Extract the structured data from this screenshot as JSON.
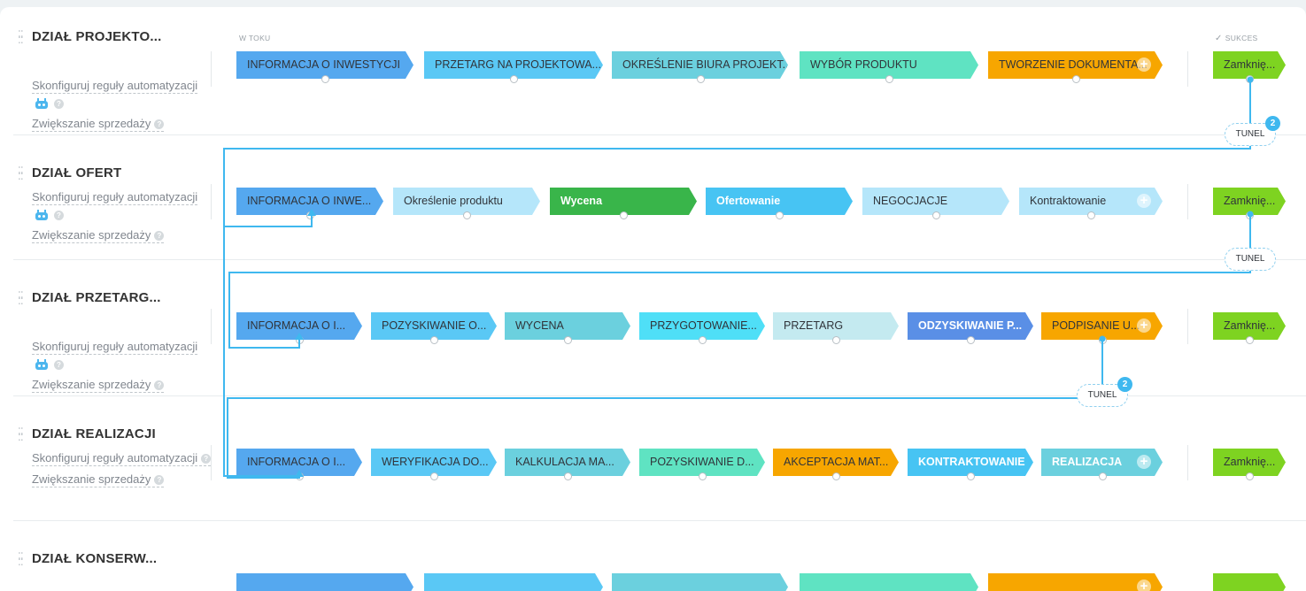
{
  "headers": {
    "in_progress": "W TOKU",
    "success": "SUKCES"
  },
  "links": {
    "automation": "Skonfiguruj reguły automatyzacji",
    "sales": "Zwiększanie sprzedaży"
  },
  "tunnel_label": "TUNEL",
  "tunnel_badges": [
    "2",
    "2"
  ],
  "sections": [
    {
      "title": "DZIAŁ PROJEKTO...",
      "stages": [
        {
          "label": "INFORMACJA O INWESTYCJI",
          "color": "#55a8ef",
          "text": "dark"
        },
        {
          "label": "PRZETARG NA PROJEKTOWA...",
          "color": "#5ac8f5",
          "text": "dark"
        },
        {
          "label": "OKREŚLENIE BIURA PROJEKT...",
          "color": "#6bd0de",
          "text": "dark"
        },
        {
          "label": "WYBÓR PRODUKTU",
          "color": "#5fe3c2",
          "text": "dark"
        },
        {
          "label": "TWORZENIE DOKUMENTA...",
          "color": "#f7a600",
          "text": "dark"
        }
      ],
      "success": "Zamknię..."
    },
    {
      "title": "DZIAŁ OFERT",
      "stages": [
        {
          "label": "INFORMACJA O INWE...",
          "color": "#55a8ef",
          "text": "dark"
        },
        {
          "label": "Określenie produktu",
          "color": "#b5e6fa",
          "text": "dark"
        },
        {
          "label": "Wycena",
          "color": "#39b54a",
          "text": "white"
        },
        {
          "label": "Ofertowanie",
          "color": "#47c4f3",
          "text": "white"
        },
        {
          "label": "NEGOCJACJE",
          "color": "#b5e6fa",
          "text": "dark"
        },
        {
          "label": "Kontraktowanie",
          "color": "#b5e6fa",
          "text": "dark"
        }
      ],
      "success": "Zamknię..."
    },
    {
      "title": "DZIAŁ PRZETARG...",
      "stages": [
        {
          "label": "INFORMACJA O I...",
          "color": "#55a8ef",
          "text": "dark"
        },
        {
          "label": "POZYSKIWANIE O...",
          "color": "#5ac8f5",
          "text": "dark"
        },
        {
          "label": "WYCENA",
          "color": "#6bd0de",
          "text": "dark"
        },
        {
          "label": "PRZYGOTOWANIE...",
          "color": "#4fdff7",
          "text": "dark"
        },
        {
          "label": "PRZETARG",
          "color": "#c4eaf0",
          "text": "dark"
        },
        {
          "label": "ODZYSKIWANIE P...",
          "color": "#5a8fe6",
          "text": "white"
        },
        {
          "label": "PODPISANIE U...",
          "color": "#f7a600",
          "text": "dark"
        }
      ],
      "success": "Zamknię..."
    },
    {
      "title": "DZIAŁ REALIZACJI",
      "stages": [
        {
          "label": "INFORMACJA O I...",
          "color": "#55a8ef",
          "text": "dark"
        },
        {
          "label": "WERYFIKACJA DO...",
          "color": "#5ac8f5",
          "text": "dark"
        },
        {
          "label": "KALKULACJA MA...",
          "color": "#6bd0de",
          "text": "dark"
        },
        {
          "label": "POZYSKIWANIE D...",
          "color": "#5fe3c2",
          "text": "dark"
        },
        {
          "label": "AKCEPTACJA MAT...",
          "color": "#f7a600",
          "text": "dark"
        },
        {
          "label": "KONTRAKTOWANIE",
          "color": "#47c4f3",
          "text": "white"
        },
        {
          "label": "REALIZACJA",
          "color": "#6bd0de",
          "text": "white"
        }
      ],
      "success": "Zamknię..."
    },
    {
      "title": "DZIAŁ KONSERW...",
      "stages": [
        {
          "label": "",
          "color": "#55a8ef",
          "text": "dark"
        },
        {
          "label": "",
          "color": "#5ac8f5",
          "text": "dark"
        },
        {
          "label": "",
          "color": "#6bd0de",
          "text": "dark"
        },
        {
          "label": "",
          "color": "#5fe3c2",
          "text": "dark"
        },
        {
          "label": "",
          "color": "#f7a600",
          "text": "dark"
        }
      ],
      "success": ""
    }
  ]
}
